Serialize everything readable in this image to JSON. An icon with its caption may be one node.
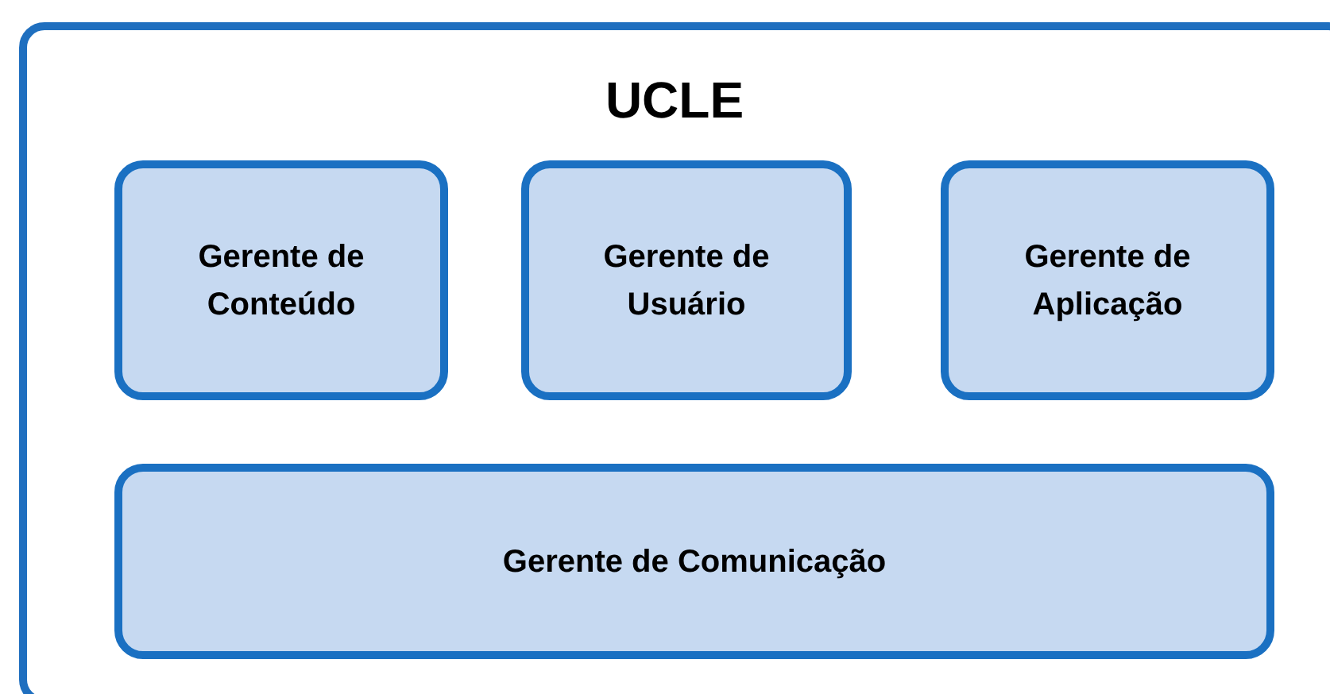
{
  "diagram": {
    "nodes": [
      {
        "text": [
          "UCLE"
        ]
      },
      {
        "text": [
          "Gerente de Conteúdo"
        ],
        "in": 0
      },
      {
        "text": [
          "Gerente de Usuário"
        ],
        "in": 0
      },
      {
        "text": [
          "Gerente de Aplicação"
        ],
        "in": 0
      },
      {
        "text": [
          "Gerente de Comunicação"
        ],
        "in": 0
      }
    ],
    "edges": []
  }
}
